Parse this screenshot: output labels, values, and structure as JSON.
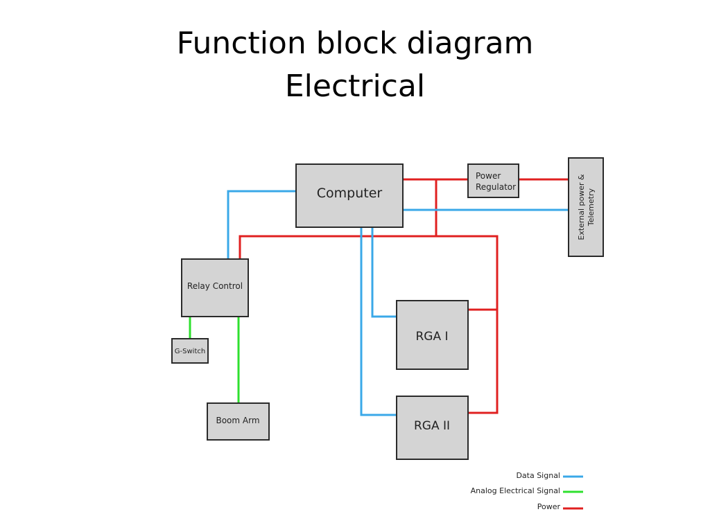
{
  "title": {
    "line1": "Function block diagram",
    "line2": "Electrical"
  },
  "colors": {
    "data_signal": "#3aa8e8",
    "analog_signal": "#2ee02e",
    "power": "#e02020",
    "block_fill": "#d4d4d4",
    "block_stroke": "#2a2a2a"
  },
  "blocks": {
    "computer": "Computer",
    "power_regulator_line1": "Power",
    "power_regulator_line2": "Regulator",
    "external_line1": "External power &",
    "external_line2": "Telemetry",
    "relay_control": "Relay Control",
    "g_switch": "G-Switch",
    "boom_arm": "Boom Arm",
    "rga1": "RGA I",
    "rga2": "RGA II"
  },
  "legend": {
    "data_signal": "Data Signal",
    "analog_signal": "Analog Electrical Signal",
    "power": "Power"
  }
}
